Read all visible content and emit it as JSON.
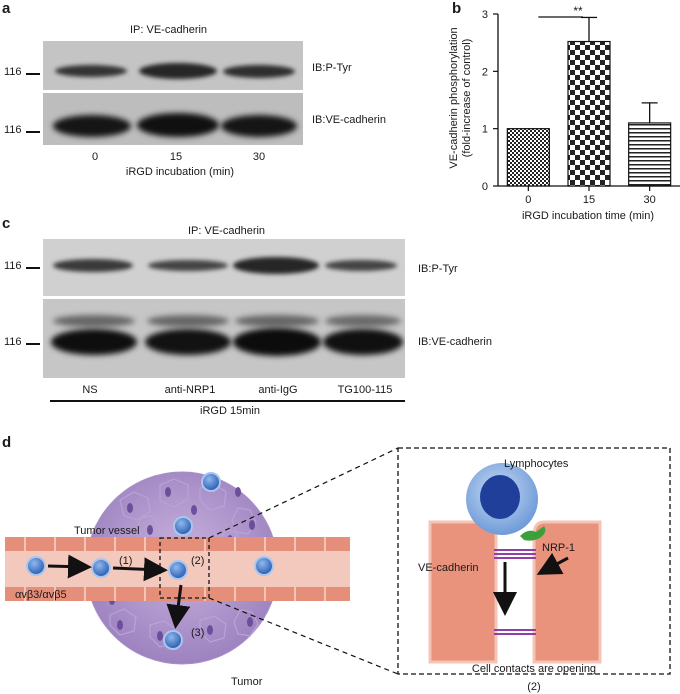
{
  "panel_a": {
    "letter": "a",
    "ip_label": "IP: VE-cadherin",
    "marker_top": "116",
    "marker_bottom": "116",
    "ib_top": "IB:P-Tyr",
    "ib_bottom": "IB:VE-cadherin",
    "lanes": [
      "0",
      "15",
      "30"
    ],
    "xlabel": "iRGD incubation (min)"
  },
  "panel_b": {
    "letter": "b",
    "chart_data": {
      "type": "bar",
      "categories": [
        "0",
        "15",
        "30"
      ],
      "values": [
        1.0,
        2.52,
        1.1
      ],
      "errors": [
        0.0,
        0.42,
        0.35
      ],
      "ylabel": "VE-cadherin phosphorylation (fold-increase of control)",
      "ylabel_line1": "VE-cadherin phosphorylation",
      "ylabel_line2": "(fold-increase of control)",
      "xlabel": "iRGD incubation time (min)",
      "ylim": [
        0,
        3
      ],
      "yticks": [
        "0",
        "1",
        "2",
        "3"
      ],
      "significance": "**",
      "patterns": [
        "dense-check",
        "checker",
        "horizontal-lines"
      ]
    }
  },
  "panel_c": {
    "letter": "c",
    "ip_label": "IP: VE-cadherin",
    "marker_top": "116",
    "marker_bottom": "116",
    "ib_top": "IB:P-Tyr",
    "ib_bottom": "IB:VE-cadherin",
    "lanes": [
      "NS",
      "anti-NRP1",
      "anti-IgG",
      "TG100-115"
    ],
    "xlabel": "iRGD 15min"
  },
  "panel_d": {
    "letter": "d",
    "tumor_vessel": "Tumor vessel",
    "tumor": "Tumor",
    "integrins": "αvβ3/αvβ5",
    "step1": "(1)",
    "step2": "(2)",
    "step3": "(3)",
    "lymphocytes": "Lymphocytes",
    "nrp1": "NRP-1",
    "vecadherin": "VE-cadherin",
    "contacts": "Cell contacts are opening",
    "inset_step": "(2)"
  }
}
